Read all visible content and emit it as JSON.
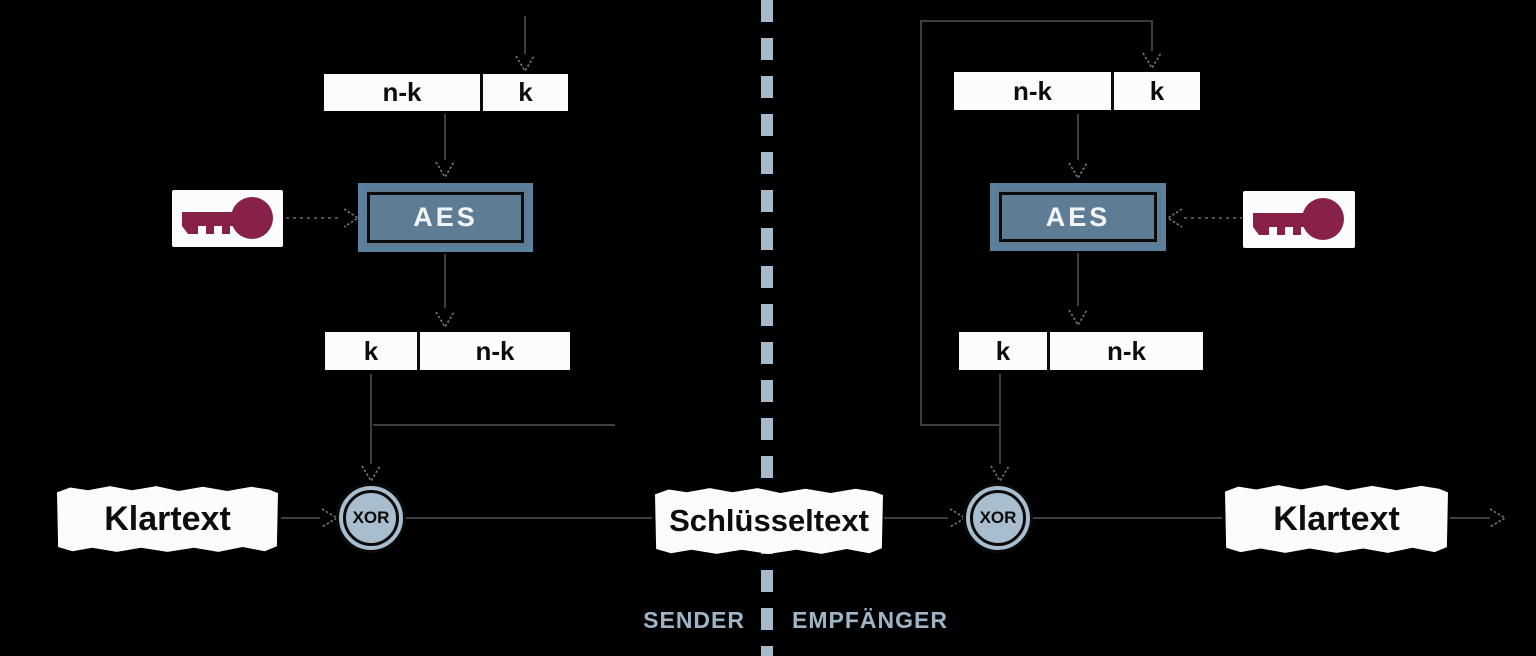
{
  "colors": {
    "background": "#000000",
    "line": "#3a3f43",
    "arrow": "#71787c",
    "dotline": "#4a5054",
    "aes_fill": "#5e7c93",
    "aes_border": "#5b81a1",
    "aes_text": "#f2f5f7",
    "node_fill": "#a8bdce",
    "key_color": "#87214a",
    "box_bg": "#fcfcfc",
    "box_text": "#0d0d0d",
    "divider": "#a4bbce",
    "zone_label": "#9eb5c8"
  },
  "sender": {
    "top_register": {
      "left": "n-k",
      "right": "k"
    },
    "cipher": "AES",
    "bottom_register": {
      "left": "k",
      "right": "n-k"
    },
    "xor": "XOR",
    "plaintext": "Klartext",
    "zone_label": "SENDER"
  },
  "receiver": {
    "top_register": {
      "left": "n-k",
      "right": "k"
    },
    "cipher": "AES",
    "bottom_register": {
      "left": "k",
      "right": "n-k"
    },
    "xor": "XOR",
    "plaintext": "Klartext",
    "zone_label": "EMPFÄNGER"
  },
  "center": {
    "ciphertext": "Schlüsseltext"
  }
}
